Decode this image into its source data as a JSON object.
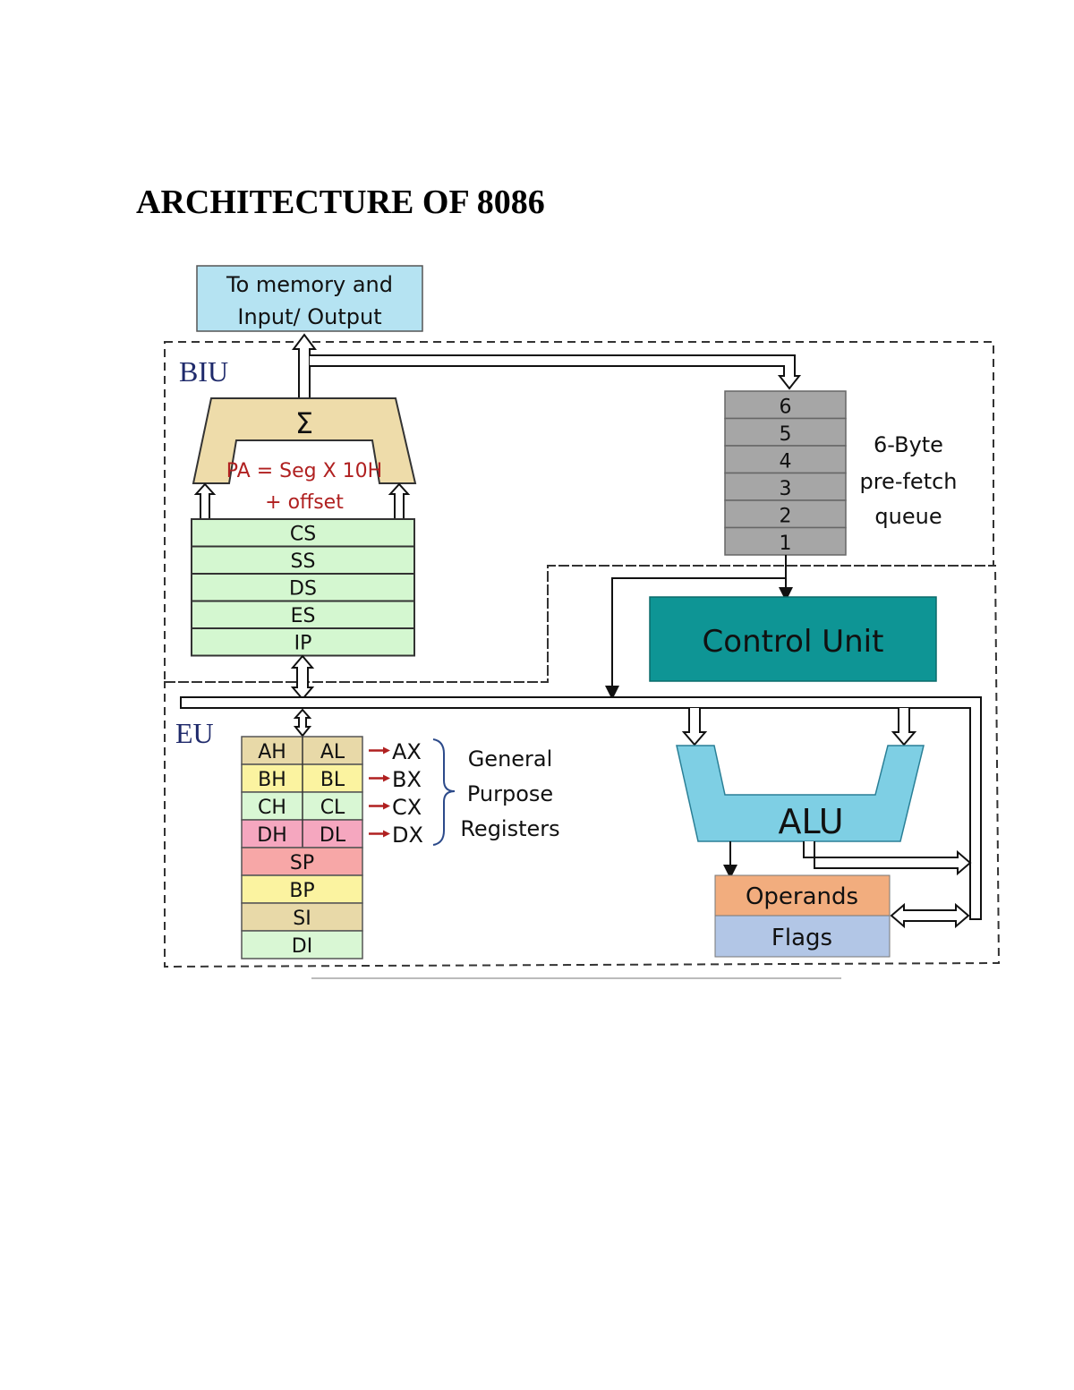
{
  "page": {
    "heading": "ARCHITECTURE OF 8086"
  },
  "diagram": {
    "memory_io_box": {
      "line1": "To memory and",
      "line2": "Input/ Output"
    },
    "biu": {
      "label": "BIU",
      "adder_symbol": "Σ",
      "address_formula_line1": "PA = Seg X 10H",
      "address_formula_line2": "+ offset",
      "segment_registers": [
        "CS",
        "SS",
        "DS",
        "ES",
        "IP"
      ],
      "queue": {
        "slots": [
          "6",
          "5",
          "4",
          "3",
          "2",
          "1"
        ],
        "label_line1": "6-Byte",
        "label_line2": "pre-fetch",
        "label_line3": "queue"
      }
    },
    "eu": {
      "label": "EU",
      "control_unit": "Control Unit",
      "alu": "ALU",
      "operands": "Operands",
      "flags": "Flags",
      "general_registers": [
        {
          "high": "AH",
          "low": "AL",
          "pair": "AX",
          "color": "#e8d9a8"
        },
        {
          "high": "BH",
          "low": "BL",
          "pair": "BX",
          "color": "#fbf3a0"
        },
        {
          "high": "CH",
          "low": "CL",
          "pair": "CX",
          "color": "#d9f7d4"
        },
        {
          "high": "DH",
          "low": "DL",
          "pair": "DX",
          "color": "#f5a7bf"
        }
      ],
      "pointer_index_registers": [
        {
          "name": "SP",
          "color": "#f7a7a7"
        },
        {
          "name": "BP",
          "color": "#fbf3a0"
        },
        {
          "name": "SI",
          "color": "#e8d9a8"
        },
        {
          "name": "DI",
          "color": "#d9f7d4"
        }
      ],
      "gpr_label_line1": "General",
      "gpr_label_line2": "Purpose",
      "gpr_label_line3": "Registers"
    },
    "colors": {
      "memory_box": "#b5e3f2",
      "adder": "#eedcaa",
      "segment_registers": "#d4f7d0",
      "queue": "#a6a6a6",
      "control_unit": "#0e9595",
      "alu": "#7ecfe4",
      "operands": "#f2ad7e",
      "flags": "#b2c6e6",
      "formula": "#b02020"
    }
  }
}
